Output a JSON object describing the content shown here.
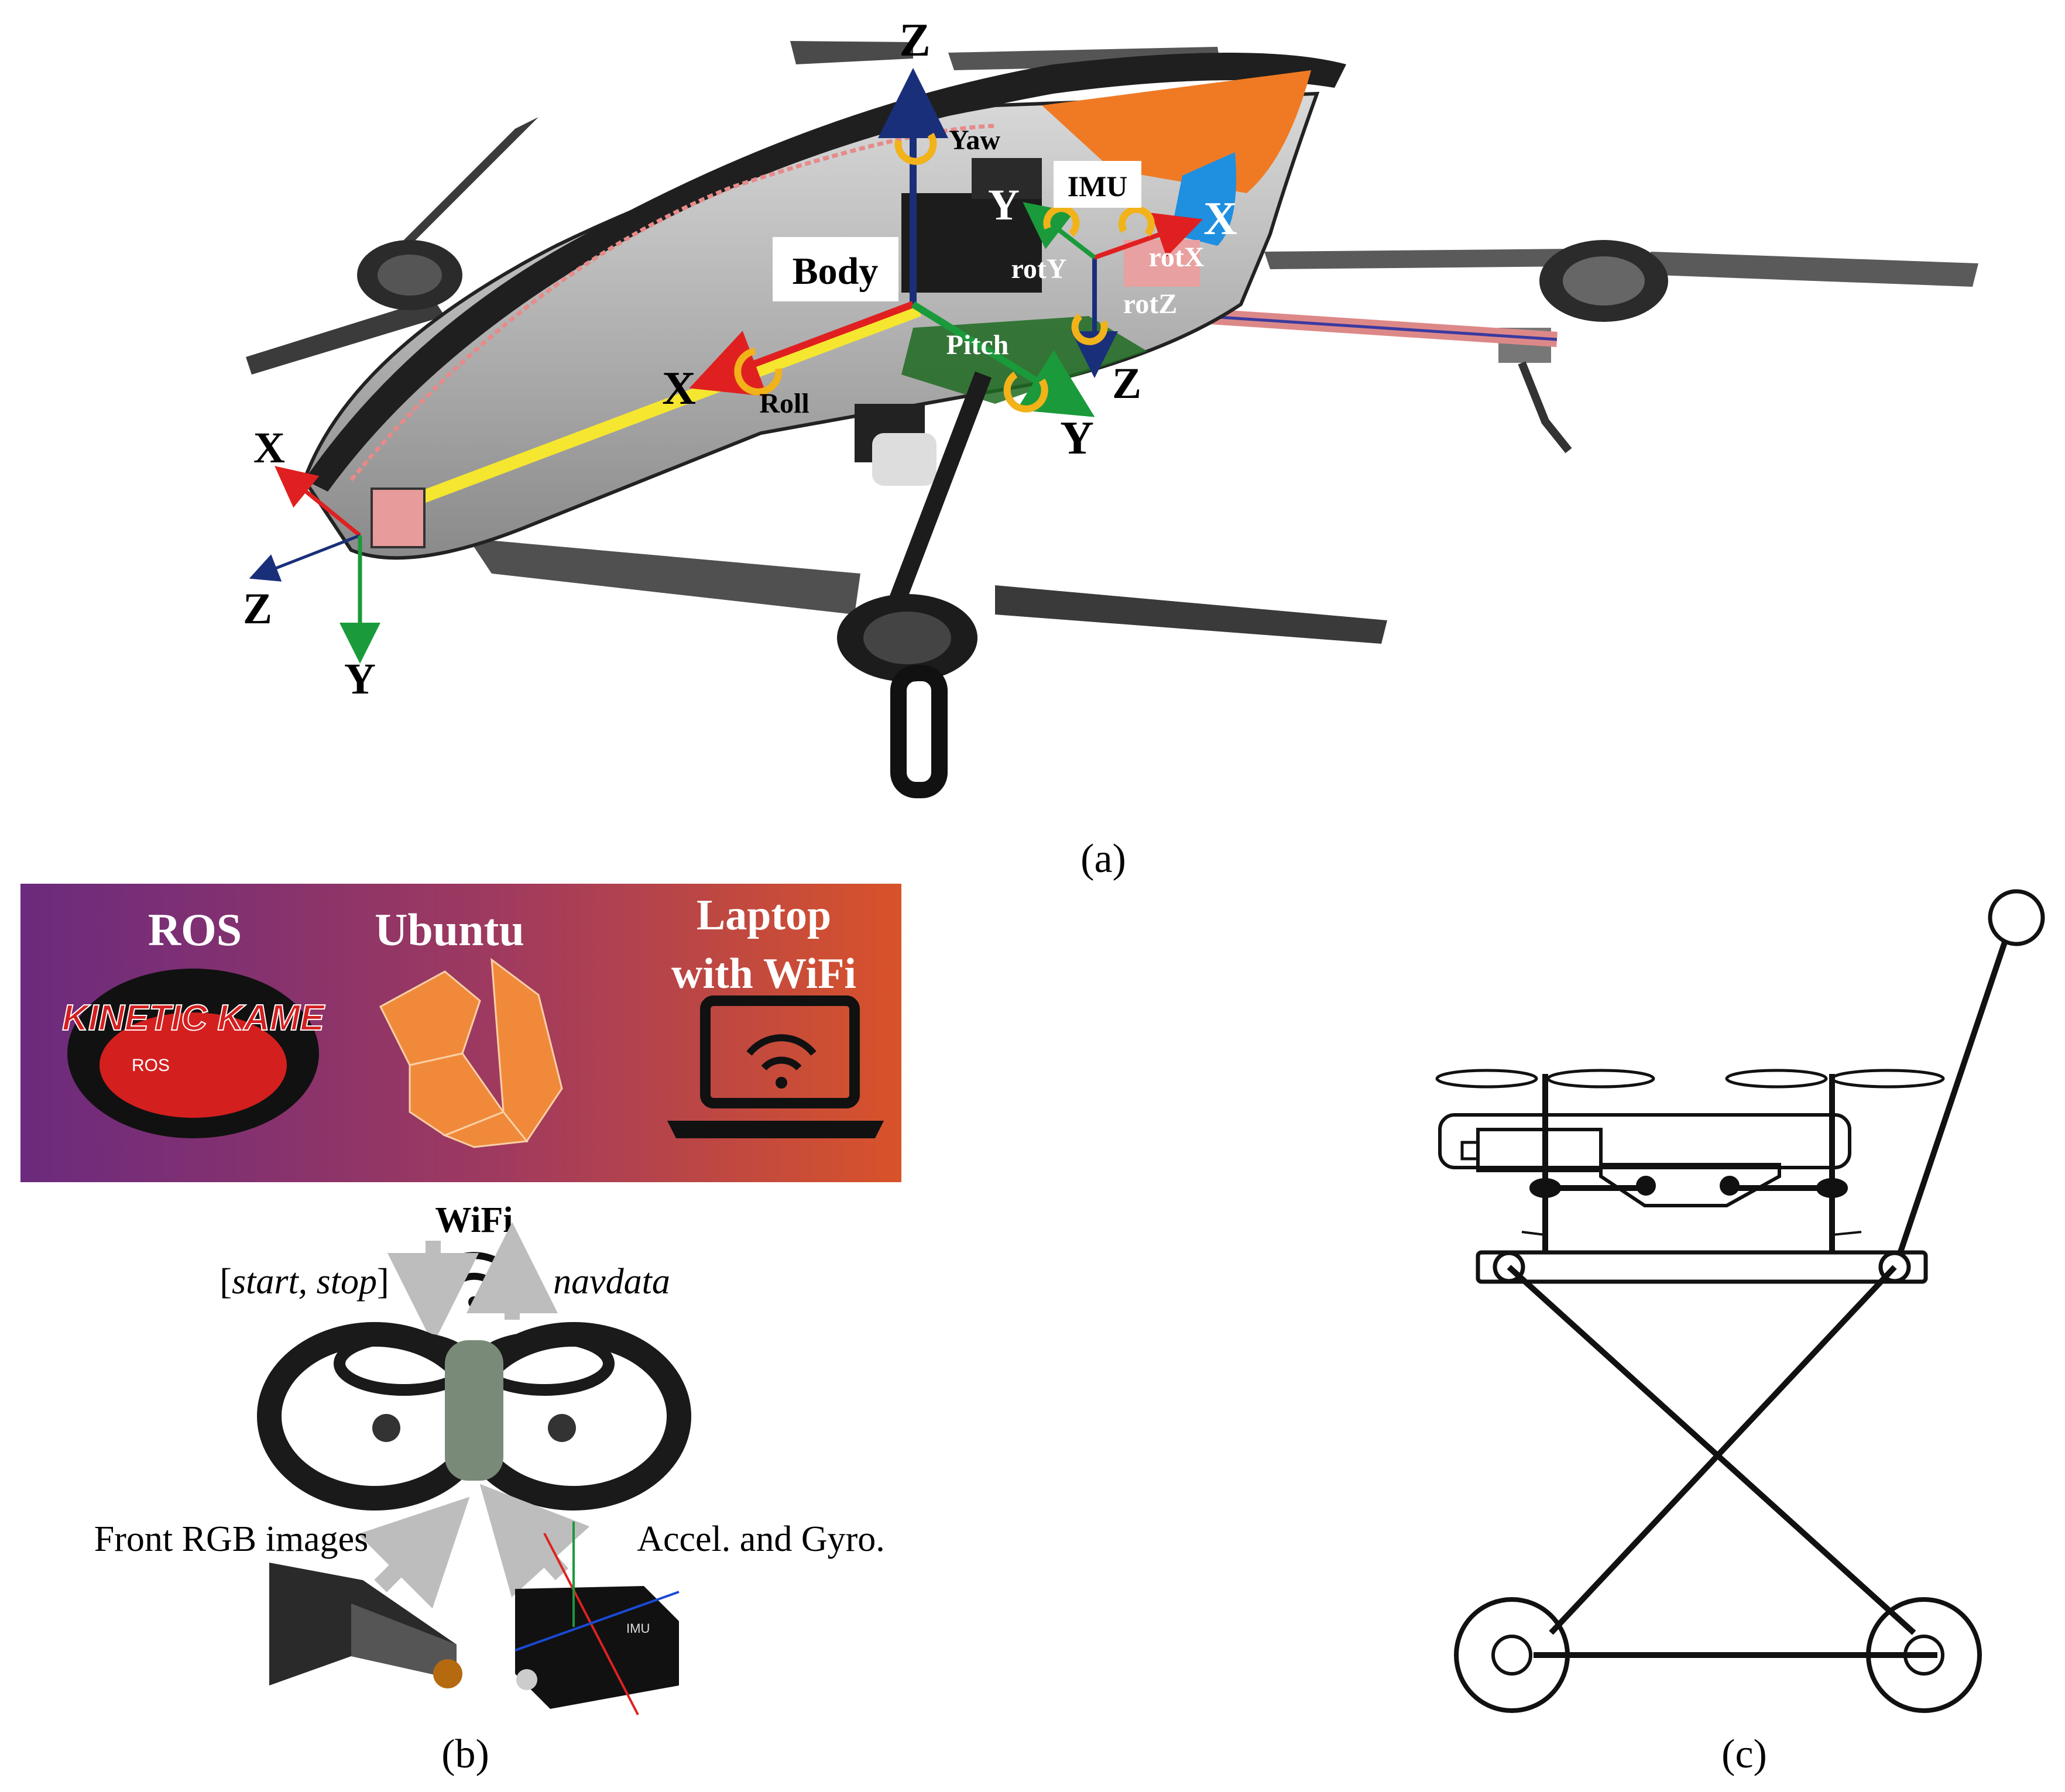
{
  "panel_a": {
    "caption": "(a)",
    "body_label": "Body",
    "imu_label": "IMU",
    "body_axes": {
      "x": "X",
      "y": "Y",
      "z": "Z"
    },
    "imu_axes": {
      "x": "X",
      "y": "Y",
      "z": "Z"
    },
    "camera_axes": {
      "x": "X",
      "y": "Y",
      "z": "Z"
    },
    "rotations": {
      "yaw": "Yaw",
      "roll": "Roll",
      "pitch": "Pitch",
      "rotx": "rotX",
      "roty": "rotY",
      "rotz": "rotZ"
    },
    "colors": {
      "x_axis": "#e02020",
      "y_axis": "#1a9a3a",
      "z_axis": "#1a2f7a",
      "rotation_arrow": "#f2b21a",
      "shell_orange": "#f07a24",
      "shell_blue": "#1f8fe0"
    }
  },
  "panel_b": {
    "caption": "(b)",
    "banner": {
      "ros": "ROS",
      "ubuntu": "Ubuntu",
      "laptop_line1": "Laptop",
      "laptop_line2": "with WiFi",
      "sticker_text": "KINETIC KAME",
      "sticker_ros": "ROS"
    },
    "wifi_label": "WiFi",
    "commands": "[start, stop]",
    "navdata": "navdata",
    "front_rgb": "Front RGB images",
    "accel_gyro": "Accel. and Gyro.",
    "imu_box_label": "IMU",
    "colors": {
      "banner_left": "#6b2a7e",
      "banner_right": "#d8532a",
      "ubuntu_orange": "#f08a3a"
    }
  },
  "panel_c": {
    "caption": "(c)"
  }
}
